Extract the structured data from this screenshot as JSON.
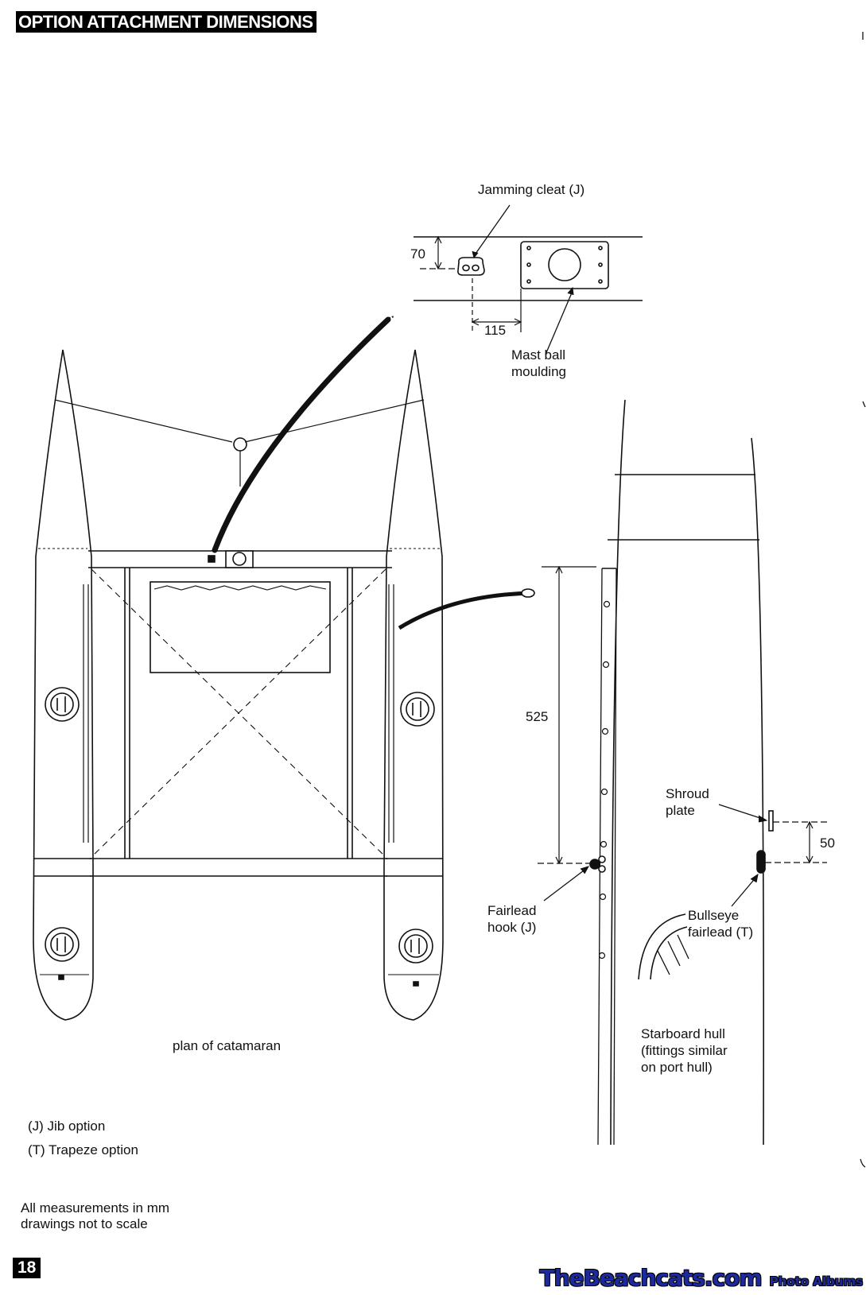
{
  "header": {
    "title": "OPTION ATTACHMENT DIMENSIONS"
  },
  "top_detail": {
    "jamming_cleat_label": "Jamming cleat (J)",
    "dim_vertical": "70",
    "dim_horizontal": "115",
    "mast_ball_label": "Mast ball\nmoulding"
  },
  "plan": {
    "caption": "plan of catamaran"
  },
  "hull_detail": {
    "dim_long": "525",
    "shroud_label": "Shroud\nplate",
    "dim_short": "50",
    "fairlead_hook_label": "Fairlead\nhook (J)",
    "bullseye_label": "Bullseye\nfairlead (T)",
    "caption": "Starboard hull\n(fittings similar\non port hull)"
  },
  "legend": {
    "jib": "(J) Jib option",
    "trapeze": "(T) Trapeze option"
  },
  "notes": "All measurements in mm\ndrawings not to scale",
  "page_number": "18",
  "watermark": {
    "site": "TheBeachcats.com",
    "sub": "Photo Albums"
  }
}
